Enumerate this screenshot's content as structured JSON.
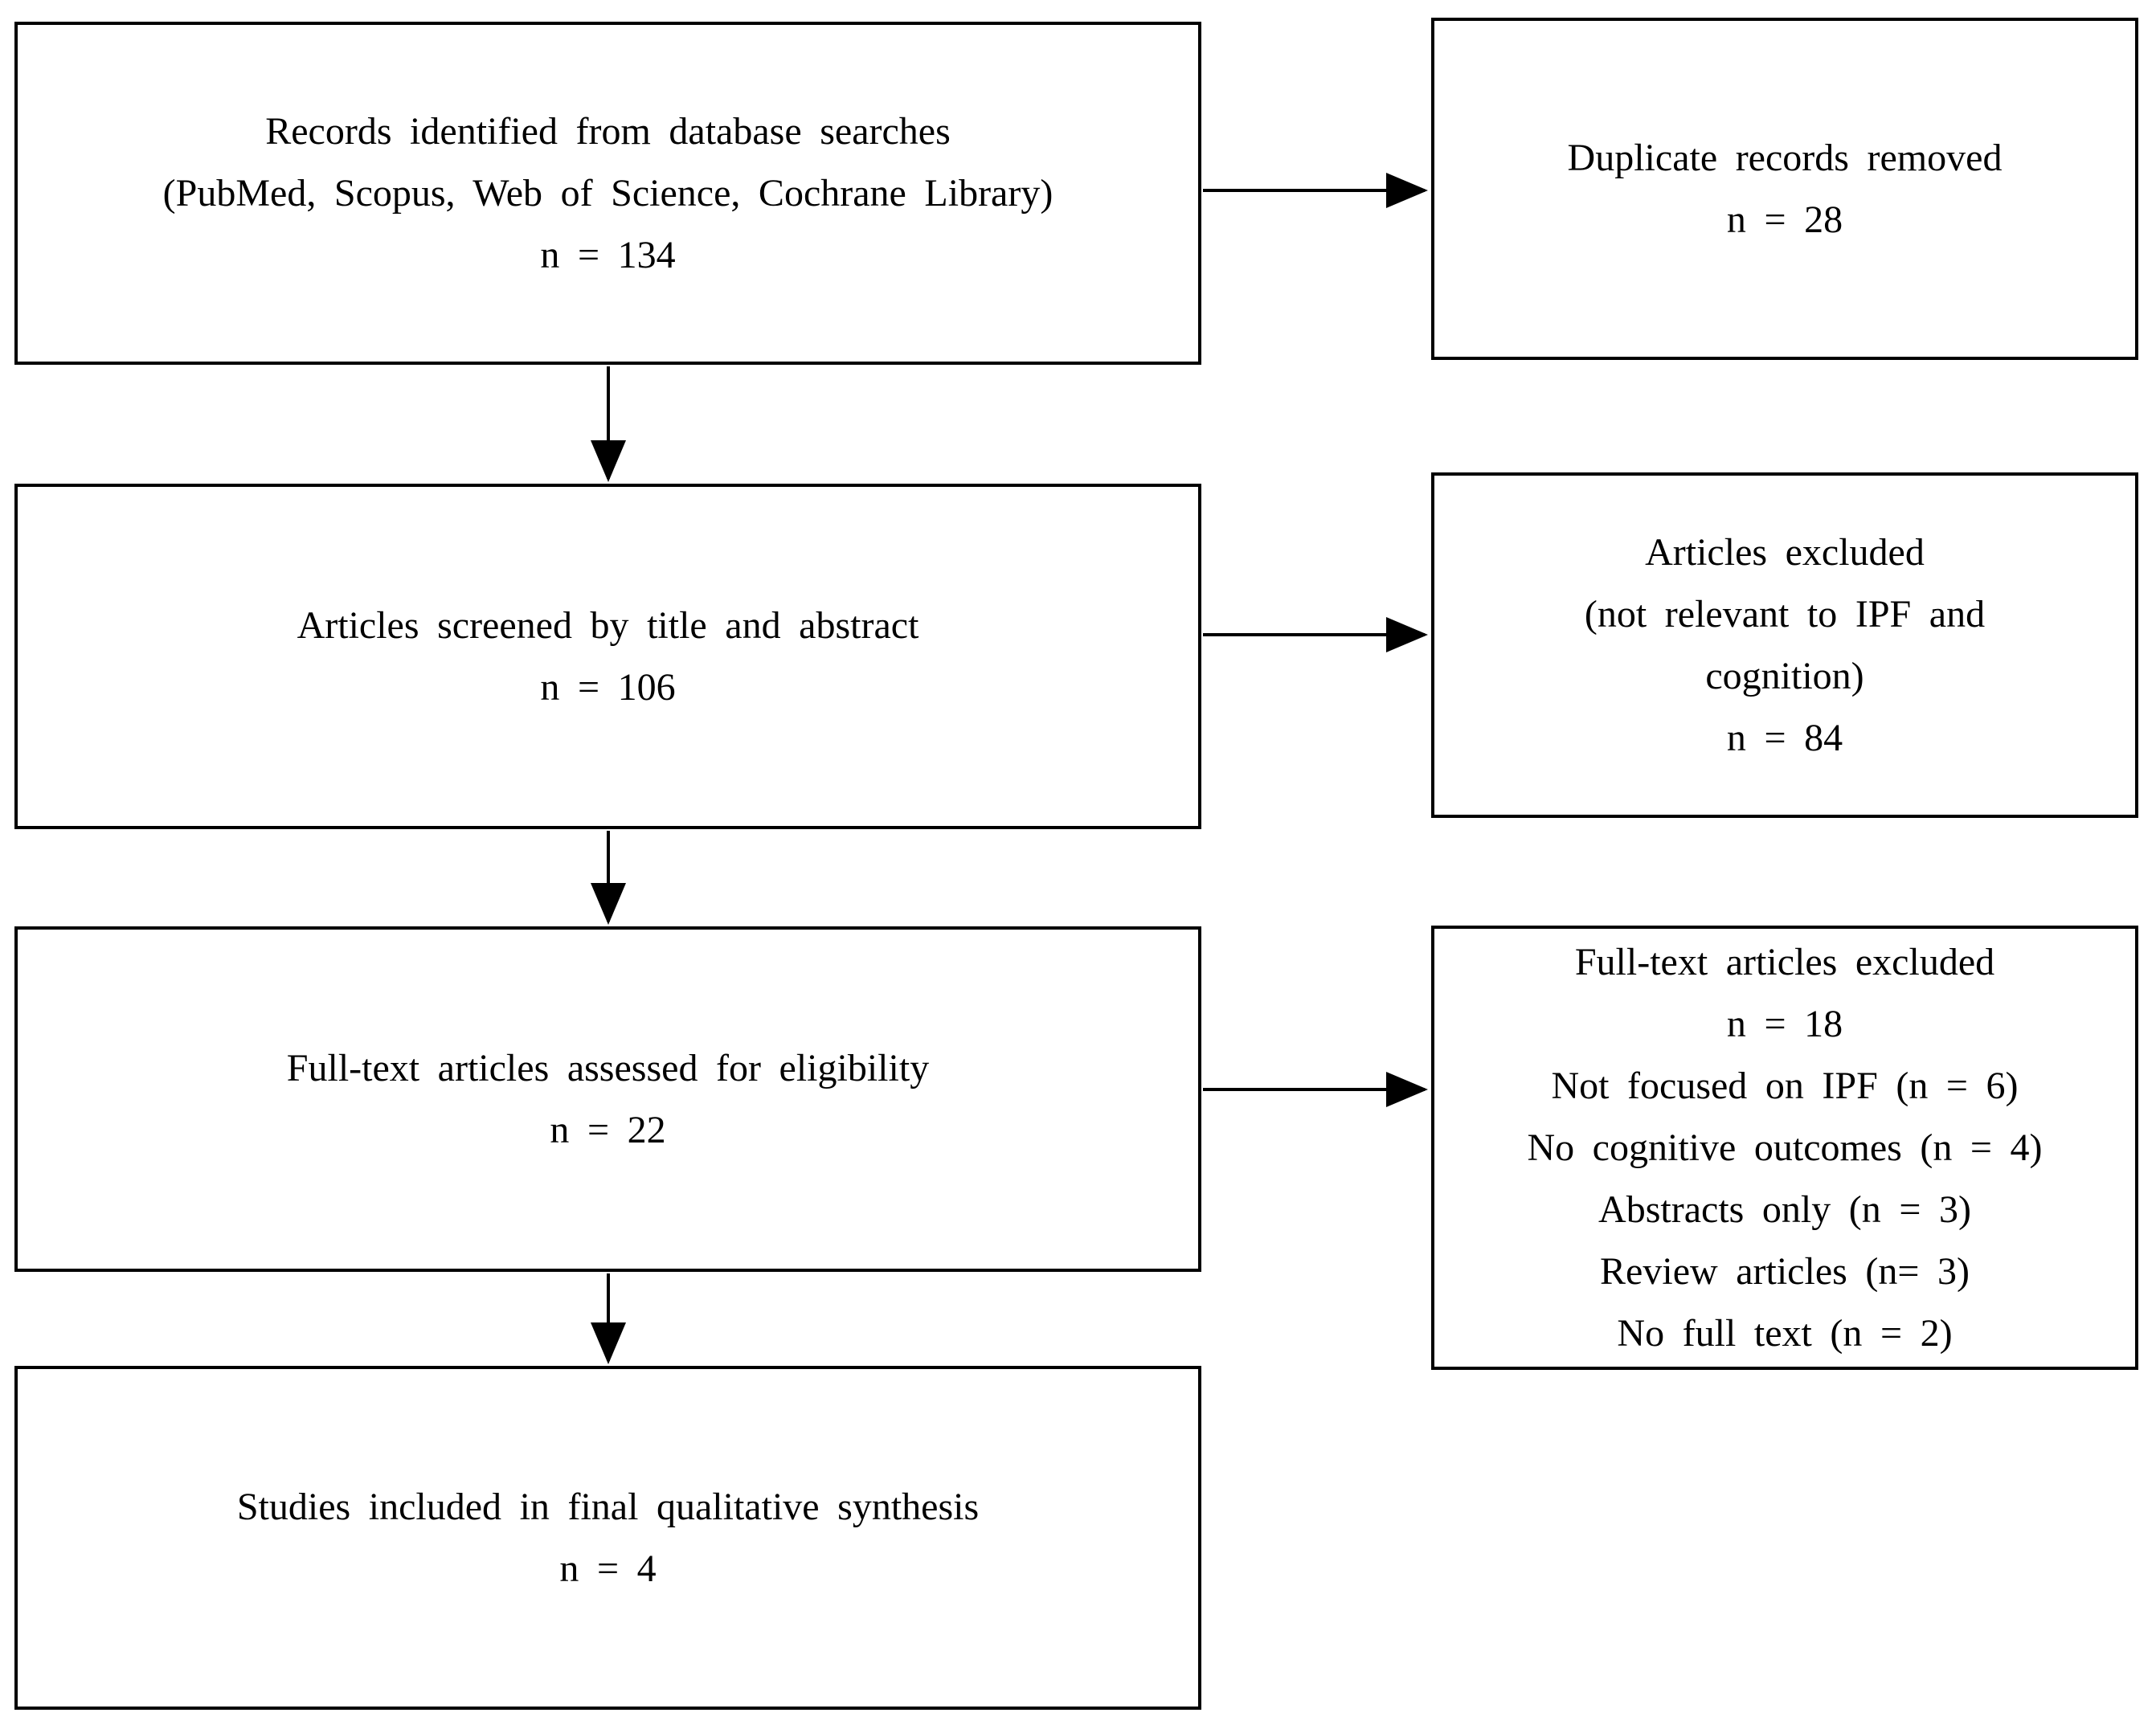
{
  "colors": {
    "background": "#ffffff",
    "border": "#000000",
    "text": "#000000"
  },
  "boxes": [
    {
      "id": "records-identified",
      "lines": [
        "Records identified from database searches",
        "(PubMed, Scopus, Web of Science, Cochrane Library)",
        "n = 134"
      ]
    },
    {
      "id": "duplicate-records-removed",
      "lines": [
        "Duplicate records removed",
        "n = 28"
      ]
    },
    {
      "id": "articles-screened",
      "lines": [
        "Articles screened by title and abstract",
        "n = 106"
      ]
    },
    {
      "id": "articles-excluded",
      "lines": [
        "Articles excluded",
        "(not relevant to IPF and",
        "cognition)",
        "n = 84"
      ]
    },
    {
      "id": "fulltext-assessed",
      "lines": [
        "Full-text articles assessed for eligibility",
        "n = 22"
      ]
    },
    {
      "id": "fulltext-excluded",
      "lines": [
        "Full-text articles excluded",
        "n = 18",
        "Not focused on IPF (n = 6)",
        "No cognitive outcomes (n = 4)",
        "Abstracts only (n = 3)",
        "Review articles (n= 3)",
        "No full text (n = 2)"
      ]
    },
    {
      "id": "studies-included",
      "lines": [
        "Studies included in final qualitative synthesis",
        "n = 4"
      ]
    }
  ],
  "arrows": [
    {
      "from": "records-identified",
      "to": "duplicate-records-removed",
      "direction": "right"
    },
    {
      "from": "records-identified",
      "to": "articles-screened",
      "direction": "down"
    },
    {
      "from": "articles-screened",
      "to": "articles-excluded",
      "direction": "right"
    },
    {
      "from": "articles-screened",
      "to": "fulltext-assessed",
      "direction": "down"
    },
    {
      "from": "fulltext-assessed",
      "to": "fulltext-excluded",
      "direction": "right"
    },
    {
      "from": "fulltext-assessed",
      "to": "studies-included",
      "direction": "down"
    }
  ]
}
